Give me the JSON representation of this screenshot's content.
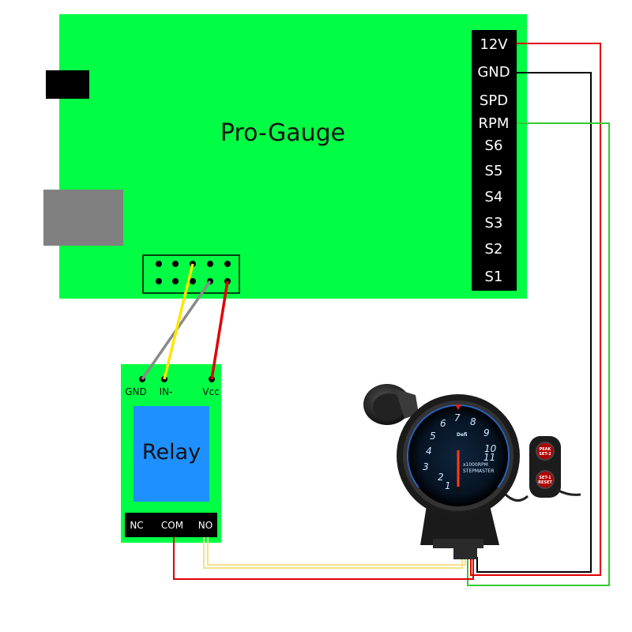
{
  "board": {
    "title": "Pro-Gauge",
    "pins": [
      "12V",
      "GND",
      "SPD",
      "RPM",
      "S6",
      "S5",
      "S4",
      "S3",
      "S2",
      "S1"
    ]
  },
  "relay": {
    "title": "Relay",
    "pins": [
      "GND",
      "IN-",
      "Vcc"
    ],
    "terminals": [
      "NC",
      "COM",
      "NO"
    ]
  },
  "gauge": {
    "brand": "Defi",
    "unit": "x1000RPM",
    "model": "STEPMASTER",
    "ticks": [
      "1",
      "2",
      "3",
      "4",
      "5",
      "6",
      "7",
      "8",
      "9",
      "10",
      "11"
    ],
    "buttons": [
      "PEAK SET-2",
      "SET-1 RESET"
    ]
  },
  "colors": {
    "board": "#00ff44",
    "header": "#000000",
    "relay_coil": "#1e90ff",
    "wire_red": "#e00000",
    "wire_black": "#000000",
    "wire_green": "#33cc33",
    "wire_yellow": "#ffe600",
    "wire_gray": "#8a8a8a"
  }
}
